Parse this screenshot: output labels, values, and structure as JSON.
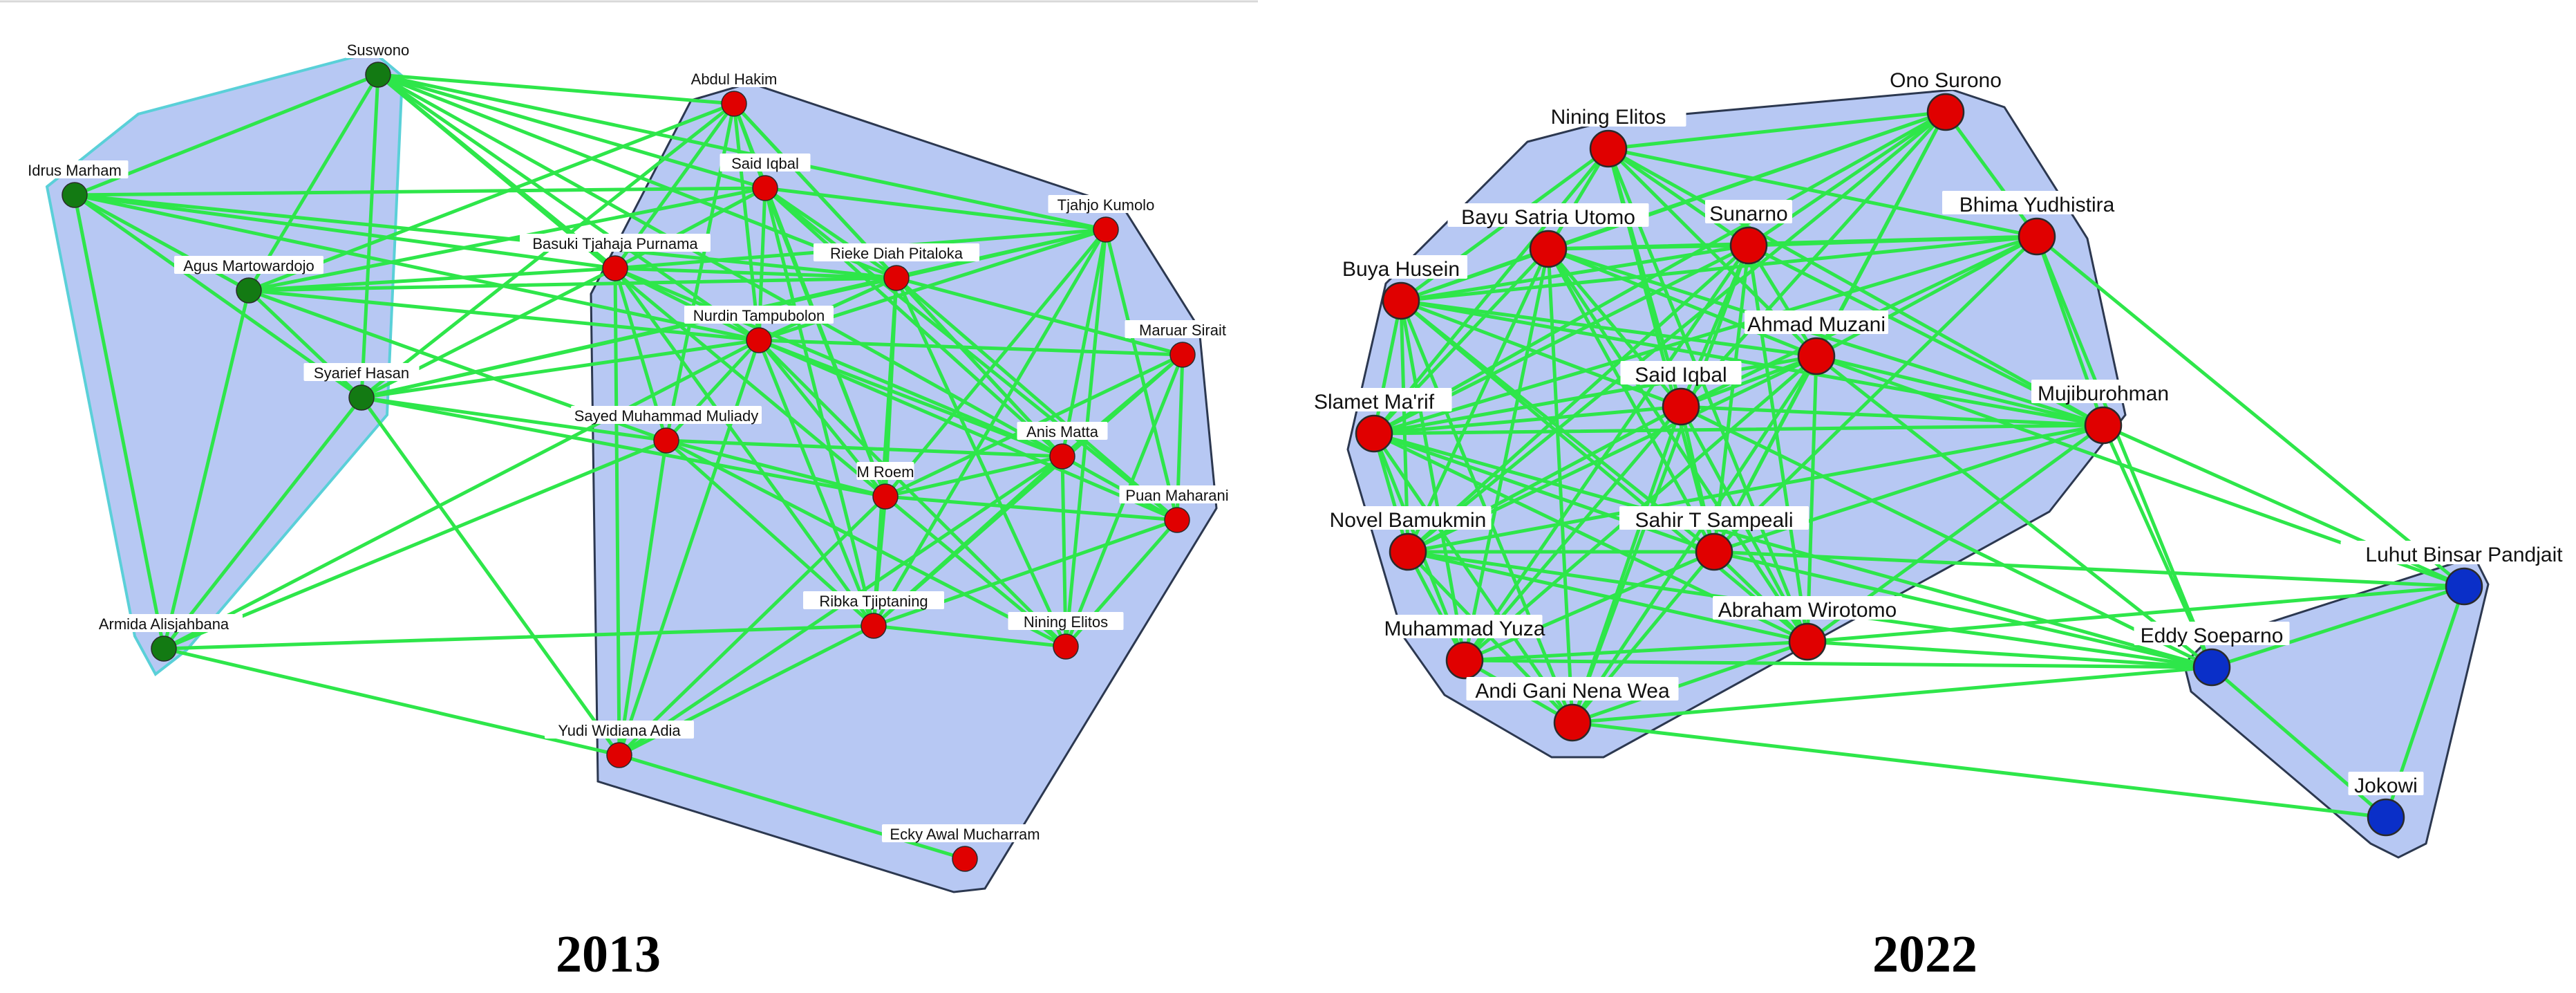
{
  "colors": {
    "edge": "#2ee64a",
    "hull_fill": "#b7c8f3",
    "red_node": "#e00000",
    "green_node": "#137a13",
    "blue_node": "#0a2fc8"
  },
  "panels": [
    {
      "year": "2013",
      "groups": [
        {
          "name": "green",
          "color": "#137a13"
        },
        {
          "name": "red",
          "color": "#e00000"
        }
      ],
      "nodes": [
        {
          "id": "suswono",
          "label": "Suswono",
          "group": "green"
        },
        {
          "id": "idrus",
          "label": "Idrus Marham",
          "group": "green"
        },
        {
          "id": "agus",
          "label": "Agus Martowardojo",
          "group": "green"
        },
        {
          "id": "syarief",
          "label": "Syarief Hasan",
          "group": "green"
        },
        {
          "id": "armida",
          "label": "Armida Alisjahbana",
          "group": "green"
        },
        {
          "id": "abdul",
          "label": "Abdul Hakim",
          "group": "red"
        },
        {
          "id": "said",
          "label": "Said Iqbal",
          "group": "red"
        },
        {
          "id": "basuki",
          "label": "Basuki Tjahaja Purnama",
          "group": "red"
        },
        {
          "id": "rieke",
          "label": "Rieke Diah Pitaloka",
          "group": "red"
        },
        {
          "id": "tjahjo",
          "label": "Tjahjo Kumolo",
          "group": "red"
        },
        {
          "id": "nurdin",
          "label": "Nurdin Tampubolon",
          "group": "red"
        },
        {
          "id": "maruar",
          "label": "Maruar Sirait",
          "group": "red"
        },
        {
          "id": "sayed",
          "label": "Sayed Muhammad Muliady",
          "group": "red"
        },
        {
          "id": "anis",
          "label": "Anis Matta",
          "group": "red"
        },
        {
          "id": "mroem",
          "label": "M Roem",
          "group": "red"
        },
        {
          "id": "puan",
          "label": "Puan Maharani",
          "group": "red"
        },
        {
          "id": "ribka",
          "label": "Ribka Tjiptaning",
          "group": "red"
        },
        {
          "id": "nining13",
          "label": "Nining Elitos",
          "group": "red"
        },
        {
          "id": "yudi",
          "label": "Yudi Widiana Adia",
          "group": "red"
        },
        {
          "id": "ecky",
          "label": "Ecky Awal Mucharram",
          "group": "red"
        }
      ]
    },
    {
      "year": "2022",
      "groups": [
        {
          "name": "red",
          "color": "#e00000"
        },
        {
          "name": "blue",
          "color": "#0a2fc8"
        }
      ],
      "nodes": [
        {
          "id": "nining",
          "label": "Nining Elitos",
          "group": "red"
        },
        {
          "id": "ono",
          "label": "Ono Surono",
          "group": "red"
        },
        {
          "id": "bayu",
          "label": "Bayu Satria Utomo",
          "group": "red"
        },
        {
          "id": "sunarno",
          "label": "Sunarno",
          "group": "red"
        },
        {
          "id": "bhima",
          "label": "Bhima Yudhistira",
          "group": "red"
        },
        {
          "id": "buya",
          "label": "Buya Husein",
          "group": "red"
        },
        {
          "id": "ahmad",
          "label": "Ahmad Muzani",
          "group": "red"
        },
        {
          "id": "slamet",
          "label": "Slamet Ma'rif",
          "group": "red"
        },
        {
          "id": "said22",
          "label": "Said Iqbal",
          "group": "red"
        },
        {
          "id": "muji",
          "label": "Mujiburohman",
          "group": "red"
        },
        {
          "id": "novel",
          "label": "Novel Bamukmin",
          "group": "red"
        },
        {
          "id": "sahir",
          "label": "Sahir T Sampeali",
          "group": "red"
        },
        {
          "id": "muhyuza",
          "label": "Muhammad Yuza",
          "group": "red"
        },
        {
          "id": "abraham",
          "label": "Abraham Wirotomo",
          "group": "red"
        },
        {
          "id": "andi",
          "label": "Andi Gani Nena Wea",
          "group": "red"
        },
        {
          "id": "luhut",
          "label": "Luhut Binsar Pandjait",
          "group": "blue"
        },
        {
          "id": "eddy",
          "label": "Eddy Soeparno",
          "group": "blue"
        },
        {
          "id": "jokowi",
          "label": "Jokowi",
          "group": "blue"
        }
      ]
    }
  ]
}
